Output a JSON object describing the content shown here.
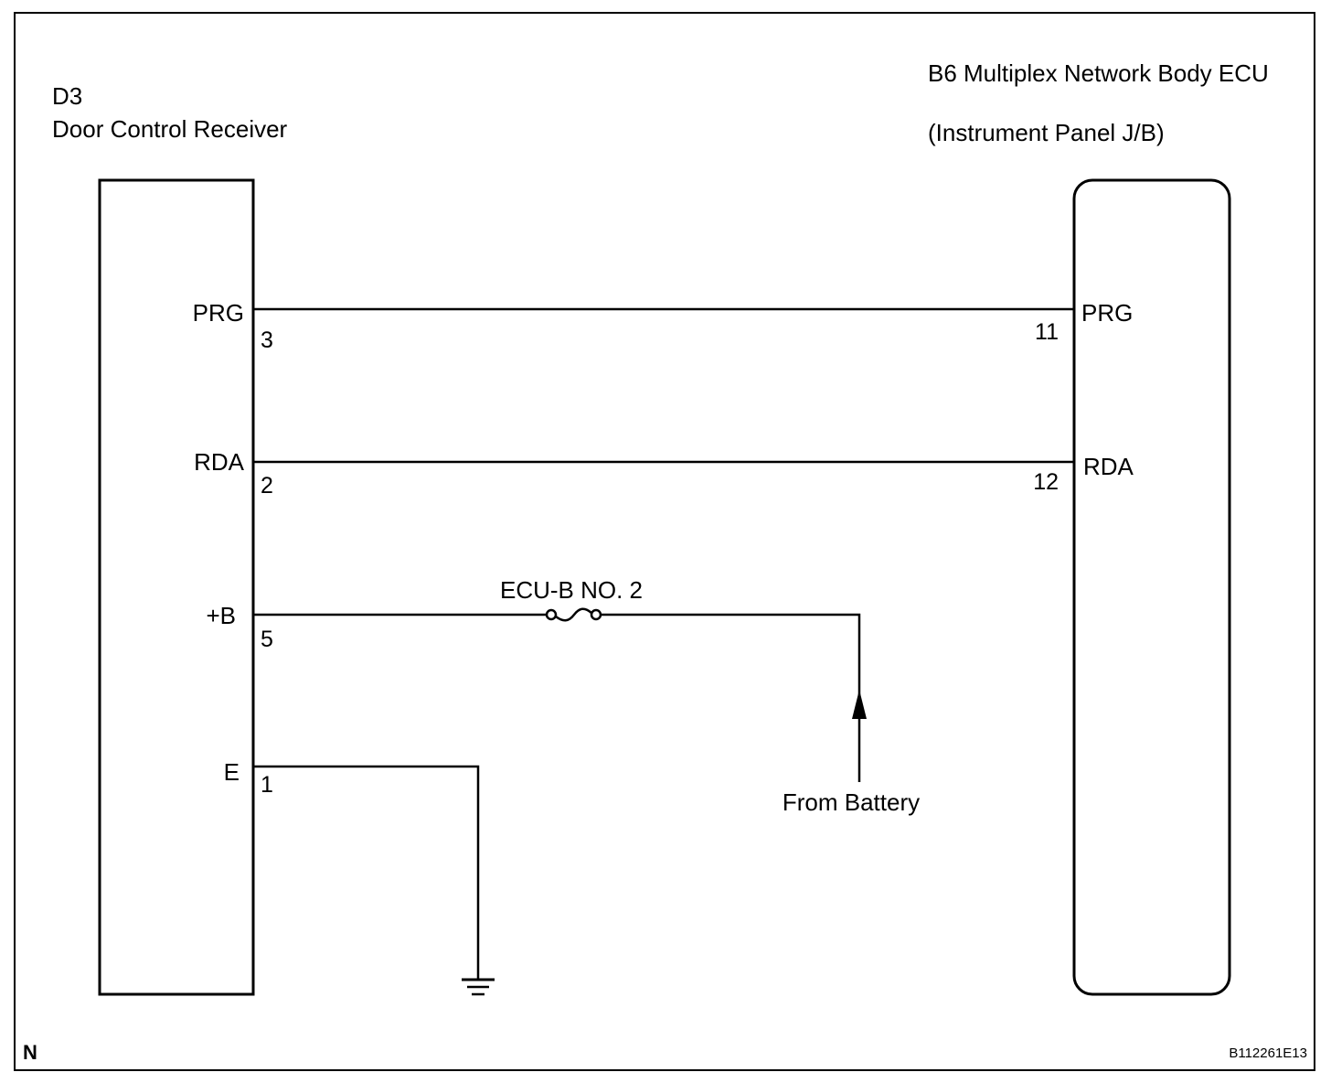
{
  "left_component": {
    "id": "D3",
    "name": "Door Control Receiver"
  },
  "right_component": {
    "id_name": "B6 Multiplex Network Body ECU",
    "location": "(Instrument Panel J/B)"
  },
  "connections": [
    {
      "signal_left": "PRG",
      "pin_left": "3",
      "pin_right": "11",
      "signal_right": "PRG"
    },
    {
      "signal_left": "RDA",
      "pin_left": "2",
      "pin_right": "12",
      "signal_right": "RDA"
    }
  ],
  "power": {
    "signal": "+B",
    "pin": "5",
    "fuse": "ECU-B NO. 2",
    "source": "From Battery"
  },
  "ground": {
    "signal": "E",
    "pin": "1"
  },
  "corner_mark": "N",
  "figure_code": "B112261E13"
}
